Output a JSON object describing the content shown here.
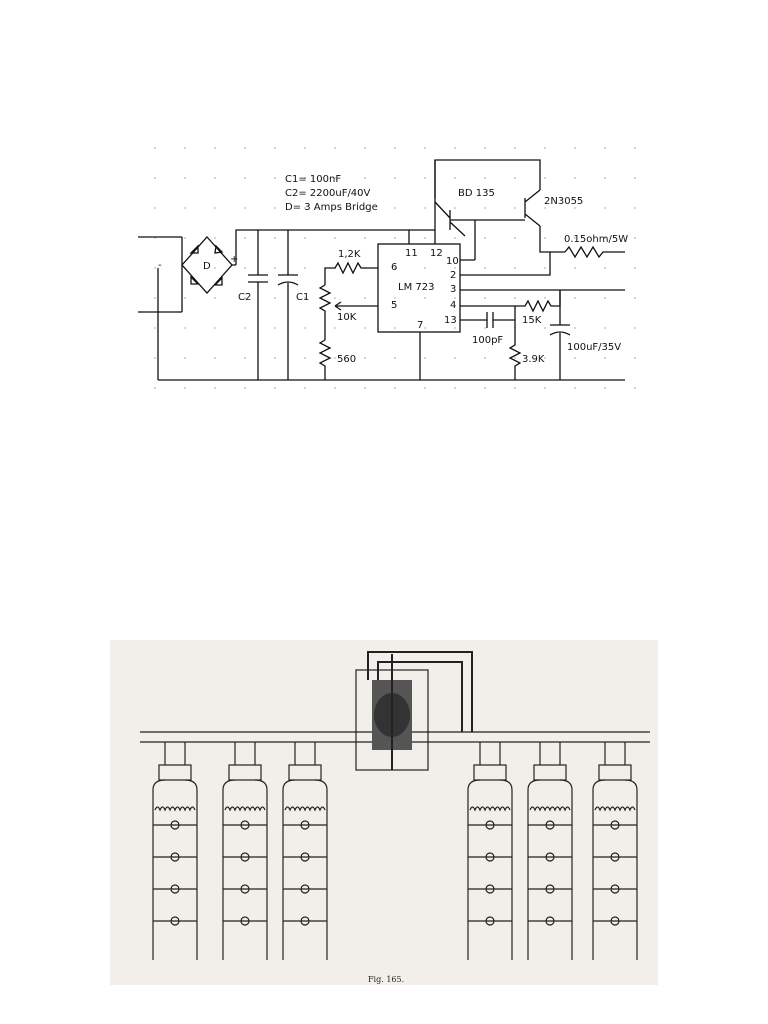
{
  "schematic": {
    "notes": [
      "C1= 100nF",
      "C2= 2200uF/40V",
      "D= 3 Amps Bridge"
    ],
    "components": {
      "transistor_driver": "BD 135",
      "transistor_pass": "2N3055",
      "sense_resistor": "0.15ohm/5W",
      "regulator_ic": "LM 723",
      "r_top": "1,2K",
      "pot": "10K",
      "r_bottom": "560",
      "cap_comp": "100pF",
      "r_div1": "15K",
      "r_div2": "3.9K",
      "cap_out": "100uF/35V",
      "cap_c2": "C2",
      "cap_c1": "C1",
      "bridge": "D",
      "plus": "+",
      "minus": "-"
    },
    "pins": [
      "11",
      "12",
      "10",
      "2",
      "3",
      "4",
      "13",
      "7",
      "6",
      "5"
    ]
  },
  "illustration": {
    "caption": "Fig. 165."
  }
}
